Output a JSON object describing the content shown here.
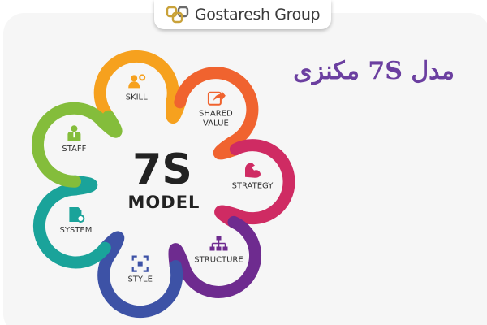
{
  "header": {
    "brand": "Gostaresh Group"
  },
  "title": "مدل 7S مکنزی",
  "diagram": {
    "center": {
      "big": "7S",
      "small": "MODEL"
    },
    "items": [
      {
        "label": "SKILL",
        "color": "#f6a11e",
        "icon": "person-gear-icon"
      },
      {
        "label": "SHARED VALUE",
        "color": "#f0632f",
        "icon": "share-icon"
      },
      {
        "label": "STRATEGY",
        "color": "#cf2b63",
        "icon": "flexed-arm-icon"
      },
      {
        "label": "STRUCTURE",
        "color": "#6e2b8f",
        "icon": "org-chart-icon"
      },
      {
        "label": "STYLE",
        "color": "#3d52a6",
        "icon": "focus-frame-icon"
      },
      {
        "label": "SYSTEM",
        "color": "#1aa39a",
        "icon": "document-gear-icon"
      },
      {
        "label": "STAFF",
        "color": "#84bd3b",
        "icon": "staff-person-icon"
      }
    ]
  }
}
